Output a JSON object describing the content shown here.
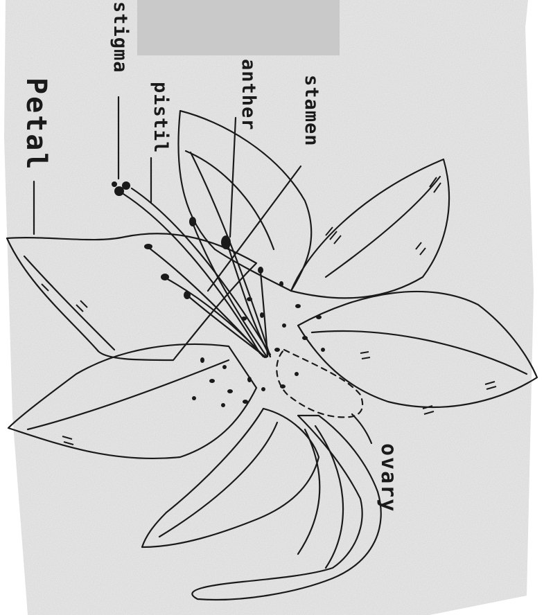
{
  "diagram": {
    "labels": {
      "petal": "Petal",
      "stigma": "stigma",
      "pistil": "pistil",
      "anther": "anther",
      "stamen": "stamen",
      "ovary": "ovary"
    },
    "colors": {
      "paper": "#ececec",
      "ink": "#1a1a1a",
      "scan_patch": "#c4c4c4"
    }
  }
}
